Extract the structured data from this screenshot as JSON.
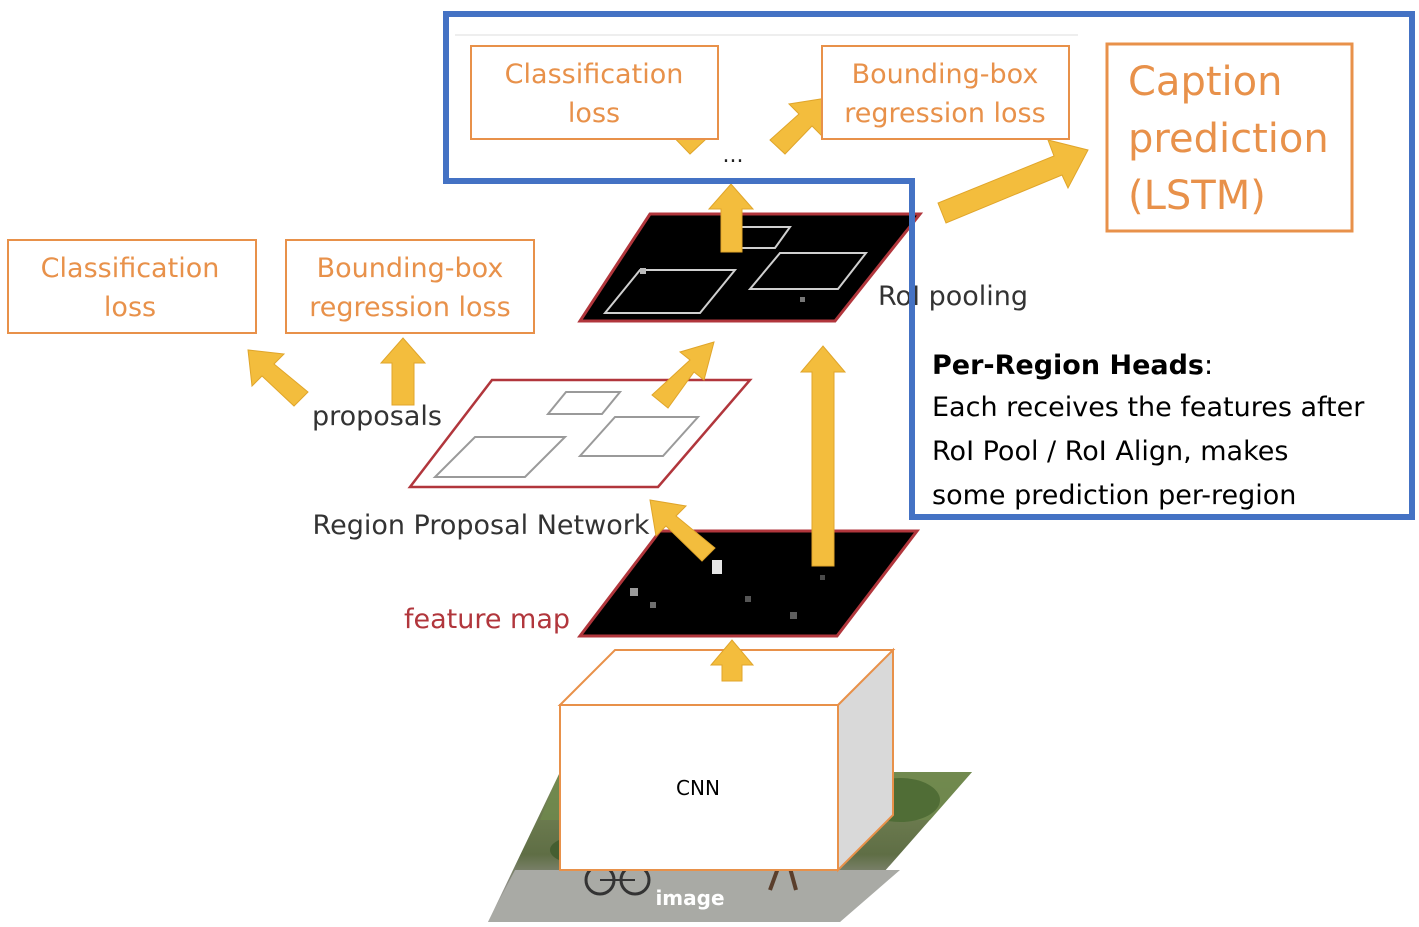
{
  "top_losses": {
    "classification": [
      "Classification",
      "loss"
    ],
    "bbox": [
      "Bounding-box",
      "regression loss"
    ],
    "ellipsis": "..."
  },
  "rpn_losses": {
    "classification": [
      "Classification",
      "loss"
    ],
    "bbox": [
      "Bounding-box",
      "regression loss"
    ]
  },
  "caption": [
    "Caption",
    "prediction",
    "(LSTM)"
  ],
  "labels": {
    "roi_pooling": "RoI pooling",
    "proposals": "proposals",
    "rpn": "Region Proposal Network",
    "feature_map": "feature map",
    "cnn": "CNN",
    "image": "image"
  },
  "note": {
    "title": "Per-Region Heads",
    "colon": ":",
    "lines": [
      "Each receives the features after",
      "RoI Pool / RoI Align, makes",
      "some prediction per-region"
    ]
  },
  "colors": {
    "highlight_blue": "#4472c4",
    "loss_orange": "#e8914a",
    "arrow_yellow": "#f3bd3d",
    "feature_red": "#b1363c"
  }
}
